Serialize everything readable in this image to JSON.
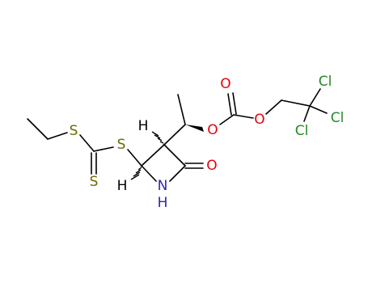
{
  "molecule": {
    "atoms": {
      "s_thioether": {
        "symbol": "S"
      },
      "s_thione": {
        "symbol": "S"
      },
      "s_ring": {
        "symbol": "S"
      },
      "h_ring_c4": {
        "symbol": "H"
      },
      "h_ring_c3": {
        "symbol": "H"
      },
      "n_ring": {
        "symbol": "N"
      },
      "h_nitrogen": {
        "symbol": "H"
      },
      "o_lactam": {
        "symbol": "O"
      },
      "o_ester": {
        "symbol": "O"
      },
      "o_carbonyl": {
        "symbol": "O"
      },
      "o_alkoxy": {
        "symbol": "O"
      },
      "cl_1": {
        "symbol": "Cl"
      },
      "cl_2": {
        "symbol": "Cl"
      },
      "cl_3": {
        "symbol": "Cl"
      }
    },
    "colors": {
      "carbon_bond": "#000000",
      "sulfur": "#6b6b00",
      "nitrogen": "#2a2ab0",
      "oxygen": "#e8000b",
      "chlorine": "#228b22",
      "hydrogen": "#000000"
    }
  }
}
